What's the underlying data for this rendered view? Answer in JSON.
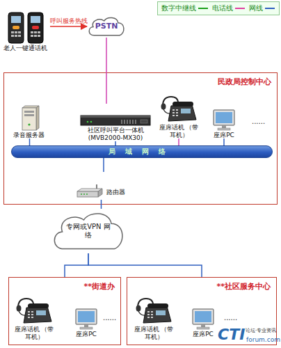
{
  "diagram": {
    "nodes": [
      {
        "text": [
          "老人一键通话机"
        ]
      },
      {
        "text": [
          "PSTN"
        ]
      },
      {
        "text": [
          "民政局控制中心"
        ]
      },
      {
        "text": [
          "录音服务器"
        ],
        "in": 2
      },
      {
        "text": [
          "社区呼叫平台一体机 (MVB2000-MX30)"
        ],
        "in": 2
      },
      {
        "text": [
          "座席话机 （带耳机）"
        ],
        "in": 2
      },
      {
        "text": [
          "座席PC"
        ],
        "in": 2
      },
      {
        "text": [
          "局域网络"
        ],
        "in": 2
      },
      {
        "text": [
          "路由器"
        ],
        "in": 2
      },
      {
        "text": [
          "专网或VPN 网络"
        ]
      },
      {
        "text": [
          "**街道办"
        ]
      },
      {
        "text": [
          "座席话机 （带耳机）"
        ],
        "in": 10
      },
      {
        "text": [
          "座席PC"
        ],
        "in": 10
      },
      {
        "text": [
          "**社区服务中心"
        ]
      },
      {
        "text": [
          "座席话机 （带耳机）"
        ],
        "in": 13
      },
      {
        "text": [
          "座席PC"
        ],
        "in": 13
      }
    ],
    "edges": [
      {
        "from": 0,
        "to": 1,
        "label": "呼叫服务热线",
        "arrow": "to"
      },
      {
        "from": 1,
        "to": 4,
        "arrow": "none"
      },
      {
        "from": 3,
        "to": 7,
        "arrow": "none"
      },
      {
        "from": 4,
        "to": 7,
        "arrow": "none"
      },
      {
        "from": 5,
        "to": 7,
        "arrow": "none"
      },
      {
        "from": 6,
        "to": 7,
        "arrow": "none"
      },
      {
        "from": 7,
        "to": 8,
        "arrow": "none"
      },
      {
        "from": 8,
        "to": 9,
        "arrow": "none"
      },
      {
        "from": 9,
        "to": 10,
        "arrow": "none"
      },
      {
        "from": 9,
        "to": 13,
        "arrow": "none"
      }
    ],
    "labels": [
      "......",
      "......",
      "......",
      "CTI",
      "论坛·专业资讯",
      "forum.com"
    ],
    "legend": [
      {
        "text": "数字中继线"
      },
      {
        "text": "电话线"
      },
      {
        "text": "网线"
      }
    ]
  }
}
